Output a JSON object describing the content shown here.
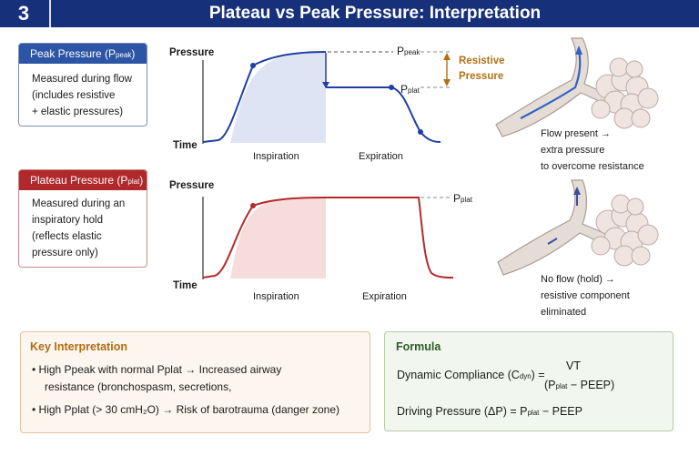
{
  "header": {
    "number": "3",
    "title": "Plateau vs Peak Pressure: Interpretation"
  },
  "peak_card": {
    "title": "Peak Pressure (P",
    "title_sub": "peak",
    "title_end": ")",
    "lines": [
      "Measured during flow",
      "(includes resistive",
      "+ elastic pressures)"
    ]
  },
  "plateau_card": {
    "title": "Plateau Pressure (P",
    "title_sub": "plat",
    "title_end": ")",
    "lines": [
      "Measured during an",
      "inspiratory hold",
      "(reflects elastic",
      "pressure only)"
    ]
  },
  "top_graph": {
    "y_axis": "Pressure",
    "x_axis": "Time",
    "phase_insp": "Inspiration",
    "phase_exp": "Expiration",
    "p_main": "P",
    "p_peak_sub": "peak",
    "p_plat_sub": "plat",
    "resistive": [
      "Resistive",
      "Pressure"
    ]
  },
  "bottom_graph": {
    "y_axis": "Pressure",
    "x_axis": "Time",
    "phase_insp": "Inspiration",
    "phase_exp": "Expiration",
    "p_main": "P",
    "p_plat_sub": "plat"
  },
  "airway_top_note": [
    "Flow present →",
    "extra pressure",
    "to overcome resistance"
  ],
  "airway_bottom_note": [
    "No flow (hold) →",
    "resistive component",
    "eliminated"
  ],
  "key_interpretation": {
    "title": "Key Interpretation",
    "line1": "•  High Ppeak with normal Pplat → Increased airway",
    "line2": "resistance (bronchospasm, secretions,",
    "line3": "•  High Pplat (> 30 cmH₂O) → Risk of barotrauma (danger zone)"
  },
  "formula": {
    "title": "Formula",
    "dyn_left": "Dynamic Compliance (C",
    "dyn_sub": "dyn",
    "dyn_eq": ") =",
    "numerator": "VT",
    "denom_left": "(P",
    "denom_sub": "plat",
    "denom_right": " − PEEP)",
    "drive_left": "Driving Pressure (ΔP) = P",
    "drive_sub": "plat",
    "drive_right": " − PEEP"
  },
  "colors": {
    "header": "#17307a",
    "peak": "#2c55a6",
    "plateau": "#b0282b",
    "resistive": "#b07016"
  }
}
